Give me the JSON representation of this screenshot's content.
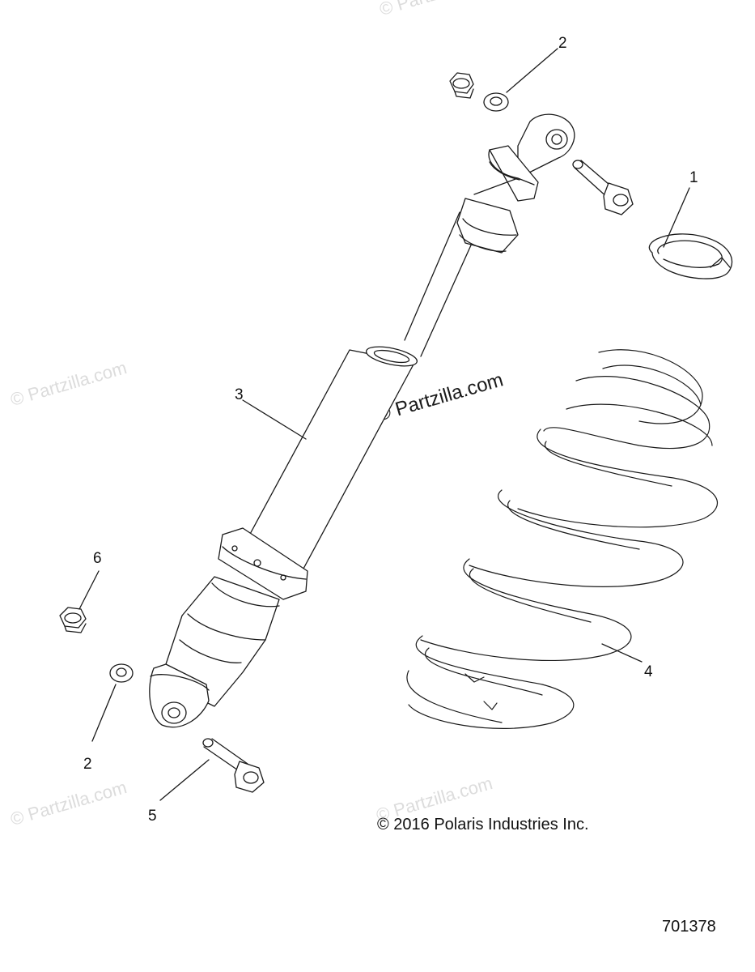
{
  "callouts": {
    "c2_top": "2",
    "c1": "1",
    "c3": "3",
    "c4": "4",
    "c6": "6",
    "c2_bottom": "2",
    "c5": "5"
  },
  "watermarks": {
    "w1": "© Partzilla.com",
    "w2": "© Partzilla.com",
    "w3": "© Partzilla.com",
    "w4": "© Partzilla.com",
    "center": "© Partzilla.com"
  },
  "copyright": "© 2016 Polaris Industries Inc.",
  "doc_number": "701378",
  "colors": {
    "line": "#1a1a1a",
    "watermark": "#dcdcdc"
  }
}
